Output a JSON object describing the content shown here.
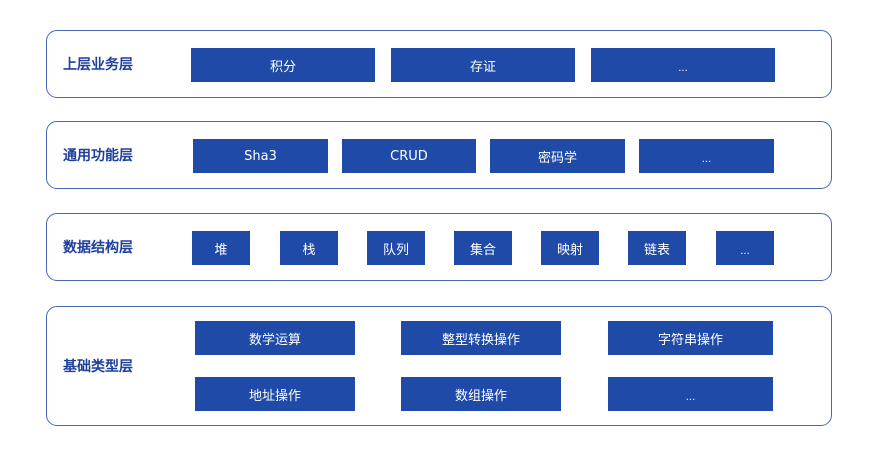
{
  "layers": [
    {
      "label": "上层业务层",
      "items": [
        "积分",
        "存证",
        "..."
      ]
    },
    {
      "label": "通用功能层",
      "items": [
        "Sha3",
        "CRUD",
        "密码学",
        "..."
      ]
    },
    {
      "label": "数据结构层",
      "items": [
        "堆",
        "栈",
        "队列",
        "集合",
        "映射",
        "链表",
        "..."
      ]
    },
    {
      "label": "基础类型层",
      "items": [
        "数学运算",
        "整型转换操作",
        "字符串操作",
        "地址操作",
        "数组操作",
        "..."
      ]
    }
  ]
}
